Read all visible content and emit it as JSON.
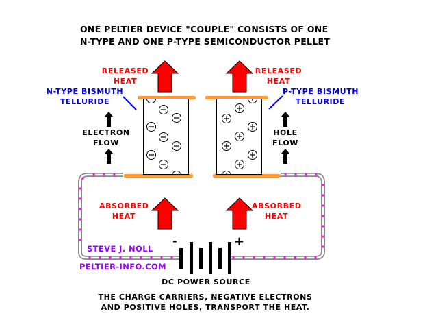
{
  "title": {
    "line1": "ONE PELTIER DEVICE \"COUPLE\" CONSISTS OF ONE",
    "line2": "N-TYPE AND ONE P-TYPE SEMICONDUCTOR PELLET"
  },
  "labels": {
    "released_heat_left": [
      "RELEASED",
      "HEAT"
    ],
    "released_heat_right": [
      "RELEASED",
      "HEAT"
    ],
    "absorbed_heat_left": [
      "ABSORBED",
      "HEAT"
    ],
    "absorbed_heat_right": [
      "ABSORBED",
      "HEAT"
    ],
    "n_type": [
      "N-TYPE BISMUTH",
      "TELLURIDE"
    ],
    "p_type": [
      "P-TYPE BISMUTH",
      "TELLURIDE"
    ],
    "electron_flow": [
      "ELECTRON",
      "FLOW"
    ],
    "hole_flow": [
      "HOLE",
      "FLOW"
    ],
    "power_source": "DC POWER SOURCE",
    "minus_terminal": "-",
    "plus_terminal": "+"
  },
  "credits": {
    "author": "STEVE J. NOLL",
    "website": "PELTIER-INFO.COM"
  },
  "caption": {
    "line1": "THE CHARGE CARRIERS, NEGATIVE ELECTRONS",
    "line2": "AND POSITIVE HOLES, TRANSPORT THE HEAT."
  },
  "pellets": {
    "n_type": {
      "carrier": "electron",
      "symbol": "minus",
      "count_visible": 9
    },
    "p_type": {
      "carrier": "hole",
      "symbol": "plus",
      "count_visible": 9
    }
  },
  "colors": {
    "heat_arrow": "#ff0000",
    "ceramic_plate": "#ff9933",
    "label_blue": "#0000ee",
    "label_red": "#ff0000",
    "credit_purple": "#9900ff",
    "wire": "#888888",
    "wire_dot": "#ff00ff"
  }
}
